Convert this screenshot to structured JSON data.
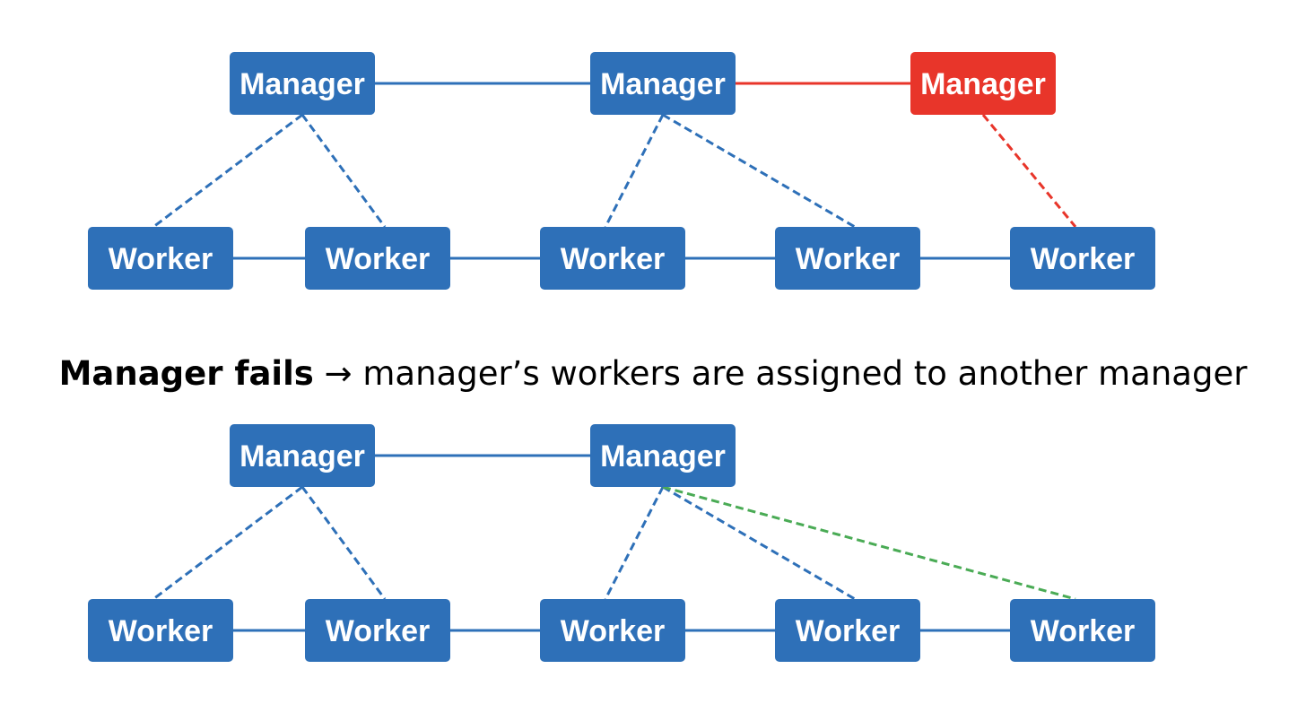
{
  "colors": {
    "node": "#2e70b8",
    "failed": "#e8352a",
    "link": "#2e70b8",
    "failed_link": "#e8352a",
    "reassigned_link": "#4aab55",
    "label": "#ffffff"
  },
  "caption": {
    "bold": "Manager fails",
    "arrow": "→",
    "rest": "manager’s workers are assigned to another manager"
  },
  "diagrams": [
    {
      "name": "before-failure",
      "managers": [
        {
          "label": "Manager",
          "status": "normal"
        },
        {
          "label": "Manager",
          "status": "normal"
        },
        {
          "label": "Manager",
          "status": "failed"
        }
      ],
      "workers": [
        {
          "label": "Worker"
        },
        {
          "label": "Worker"
        },
        {
          "label": "Worker"
        },
        {
          "label": "Worker"
        },
        {
          "label": "Worker"
        }
      ],
      "manager_links": [
        {
          "from": 0,
          "to": 1,
          "kind": "normal"
        },
        {
          "from": 1,
          "to": 2,
          "kind": "failed"
        }
      ],
      "worker_links": [
        {
          "from": 0,
          "to": 1
        },
        {
          "from": 1,
          "to": 2
        },
        {
          "from": 2,
          "to": 3
        },
        {
          "from": 3,
          "to": 4
        }
      ],
      "assignments": [
        {
          "manager": 0,
          "worker": 0,
          "kind": "normal"
        },
        {
          "manager": 0,
          "worker": 1,
          "kind": "normal"
        },
        {
          "manager": 1,
          "worker": 2,
          "kind": "normal"
        },
        {
          "manager": 1,
          "worker": 3,
          "kind": "normal"
        },
        {
          "manager": 2,
          "worker": 4,
          "kind": "failed"
        }
      ]
    },
    {
      "name": "after-failure",
      "managers": [
        {
          "label": "Manager",
          "status": "normal"
        },
        {
          "label": "Manager",
          "status": "normal"
        }
      ],
      "workers": [
        {
          "label": "Worker"
        },
        {
          "label": "Worker"
        },
        {
          "label": "Worker"
        },
        {
          "label": "Worker"
        },
        {
          "label": "Worker"
        }
      ],
      "manager_links": [
        {
          "from": 0,
          "to": 1,
          "kind": "normal"
        }
      ],
      "worker_links": [
        {
          "from": 0,
          "to": 1
        },
        {
          "from": 1,
          "to": 2
        },
        {
          "from": 2,
          "to": 3
        },
        {
          "from": 3,
          "to": 4
        }
      ],
      "assignments": [
        {
          "manager": 0,
          "worker": 0,
          "kind": "normal"
        },
        {
          "manager": 0,
          "worker": 1,
          "kind": "normal"
        },
        {
          "manager": 1,
          "worker": 2,
          "kind": "normal"
        },
        {
          "manager": 1,
          "worker": 3,
          "kind": "normal"
        },
        {
          "manager": 1,
          "worker": 4,
          "kind": "reassigned"
        }
      ]
    }
  ]
}
